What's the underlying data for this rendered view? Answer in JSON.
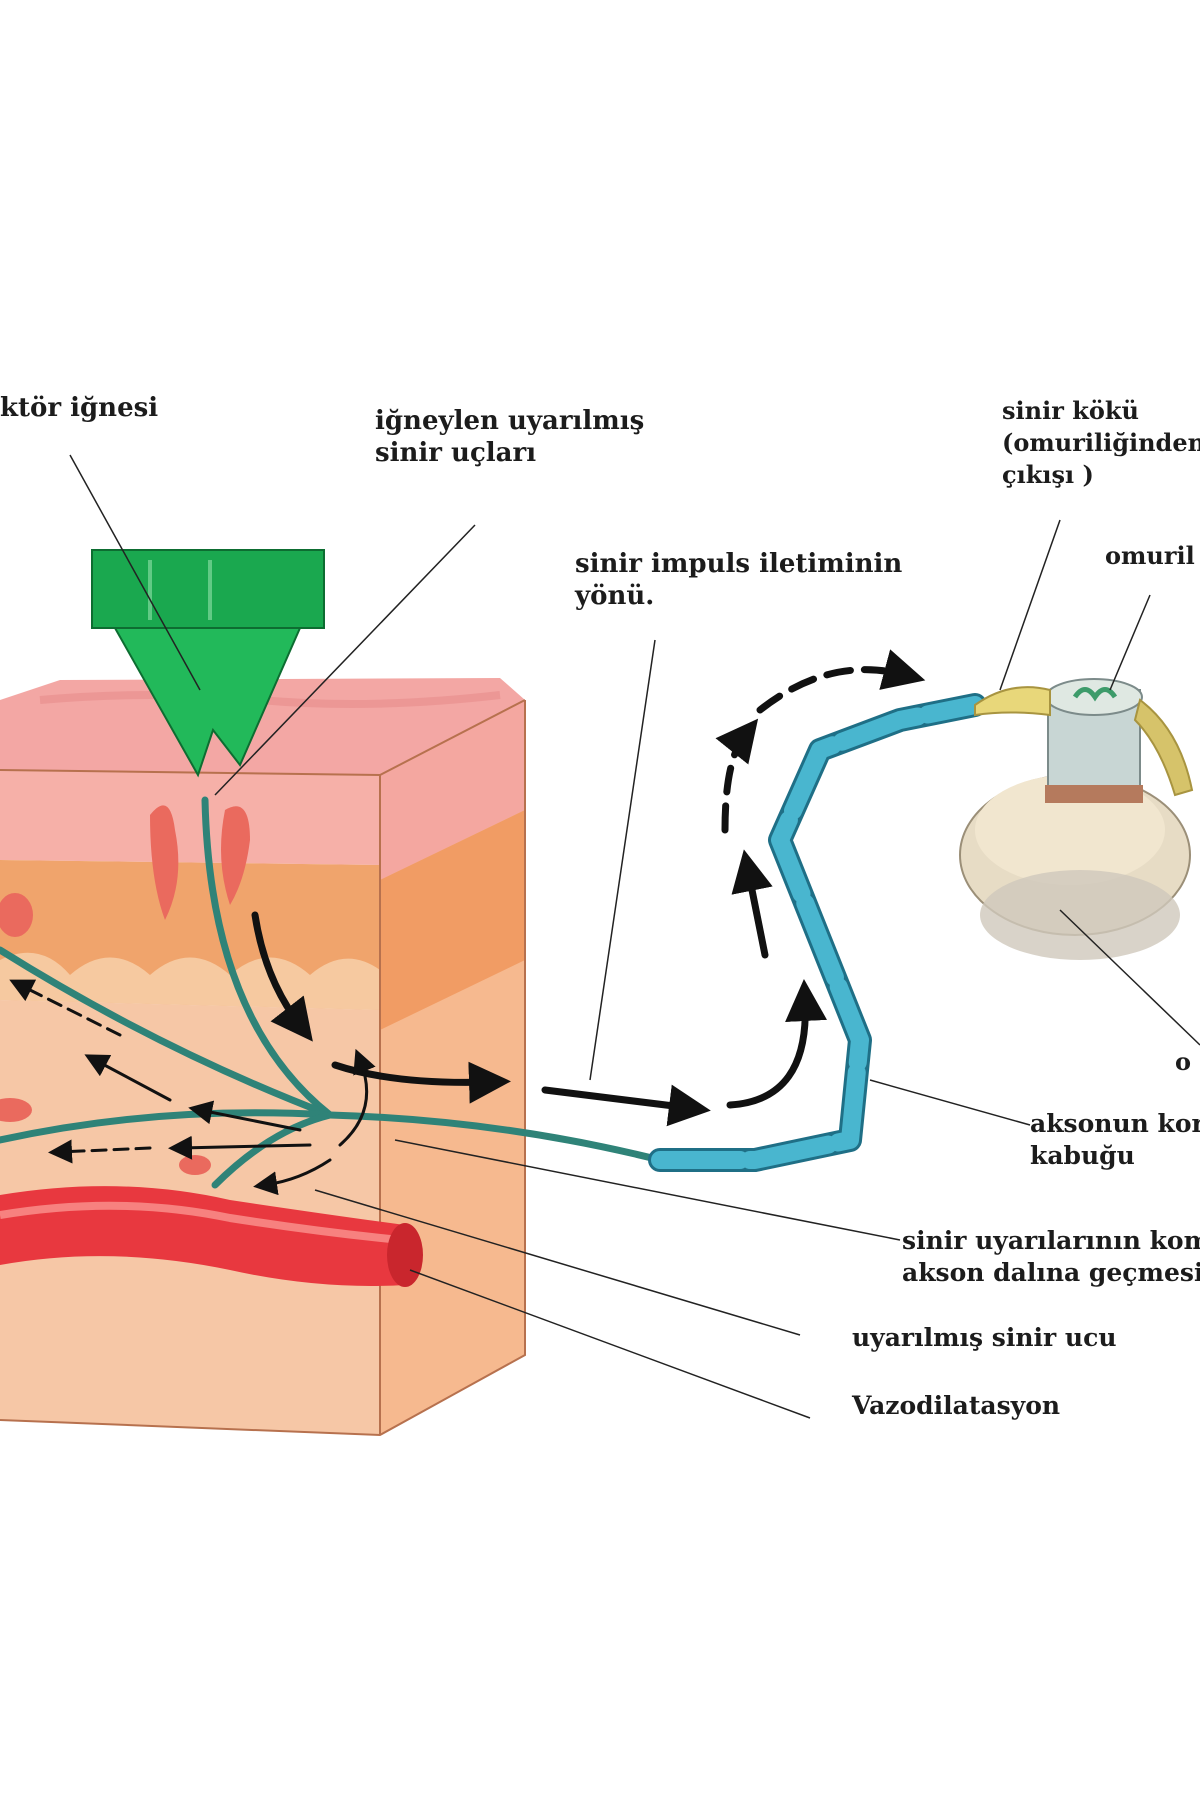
{
  "colors": {
    "background": "#ffffff",
    "skin_surface": "#f3a7a4",
    "dermis": "#f4c9a3",
    "subcutis": "#f0a46c",
    "block_side": "#f6b98f",
    "needle": "#1aa84f",
    "nerve_fiber": "#2f8378",
    "myelin_sheath": "#49b6cf",
    "blood_vessel": "#e8383f",
    "arrow": "#111111",
    "nerve_root": "#e8d77a",
    "vertebra": "#e7dcc5"
  },
  "labels": {
    "needle": [
      "ktör iğnesi"
    ],
    "stimulated_endings": [
      "iğneylen uyarılmış",
      "sinir uçları"
    ],
    "impulse_direction": [
      "sinir impuls iletiminin",
      "yönü."
    ],
    "nerve_root": [
      "sinir kökü",
      "(omuriliğinden",
      "çıkışı )"
    ],
    "spinal_cord": [
      "omuril"
    ],
    "vertebra": [
      "o"
    ],
    "myelin_sheath": [
      "aksonun kor",
      "kabuğu"
    ],
    "axon_branch": [
      "sinir uyarılarının kom",
      "akson dalına geçmesi"
    ],
    "stimulated_ending": [
      "uyarılmış sinir ucu"
    ],
    "vasodilation": [
      "Vazodilatasyon"
    ]
  }
}
